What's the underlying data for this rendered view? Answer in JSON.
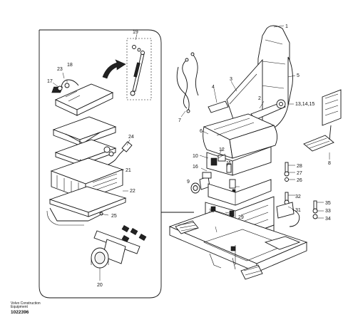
{
  "labels": {
    "n1": "1",
    "n2": "2",
    "n3": "3",
    "n4": "4",
    "n5": "5",
    "n6": "6",
    "n7": "7",
    "n8": "8",
    "n9": "9",
    "n10": "10",
    "n11": "11",
    "n12": "12",
    "n13": "13,14,15",
    "n16": "16",
    "n17": "17",
    "n18": "18",
    "n19": "19",
    "n20": "20",
    "n21": "21",
    "n22": "22",
    "n23": "23",
    "n24": "24",
    "n25": "25",
    "n26": "26",
    "n27": "27",
    "n28": "28",
    "n29": "29",
    "n30": "30",
    "n31": "31",
    "n32": "32",
    "n33": "33",
    "n34": "34",
    "n35": "35"
  },
  "caption": {
    "line1": "Volvo Construction",
    "line2": "Equipment",
    "drawing_number": "1022396"
  }
}
